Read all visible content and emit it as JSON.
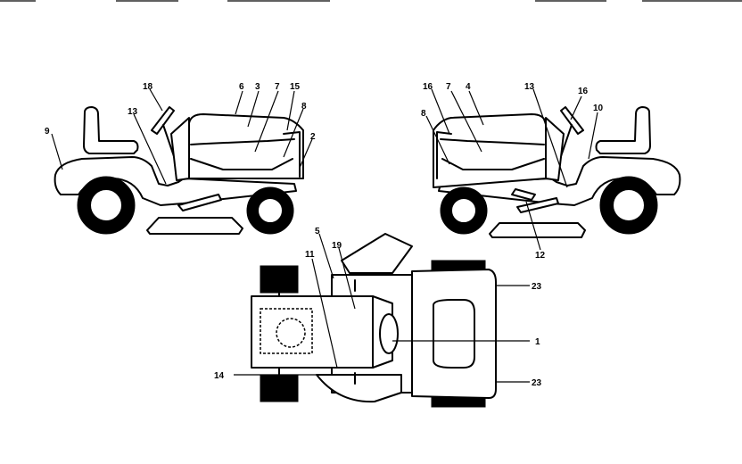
{
  "header_fragments": [
    {
      "text": "·"
    },
    {
      "text": "·"
    },
    {
      "text": "·"
    },
    {
      "text": "·"
    },
    {
      "text": "·"
    },
    {
      "text": "·"
    },
    {
      "text": "·"
    }
  ],
  "callouts": {
    "left_view": [
      "18",
      "6",
      "3",
      "7",
      "15",
      "8",
      "9",
      "13",
      "2"
    ],
    "right_view": [
      "16",
      "7",
      "4",
      "13",
      "16",
      "8",
      "10",
      "12"
    ],
    "top_view": [
      "5",
      "19",
      "11",
      "23",
      "1",
      "14",
      "23"
    ]
  }
}
